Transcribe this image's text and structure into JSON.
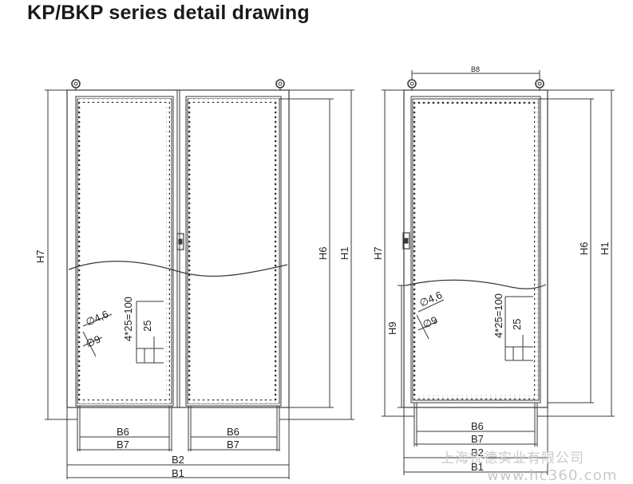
{
  "title": "KP/BKP series detail drawing",
  "labels": {
    "H7": "H7",
    "H6": "H6",
    "H1": "H1",
    "H9": "H9",
    "B1": "B1",
    "B2": "B2",
    "B6": "B6",
    "B7": "B7",
    "B8": "B8",
    "hole_small": "∅4,6",
    "hole_large": "∅9",
    "pitch": "4*25=100",
    "step": "25"
  },
  "watermark": {
    "company": "上海锐德实业有限公司",
    "site": "www.hc360.com"
  }
}
